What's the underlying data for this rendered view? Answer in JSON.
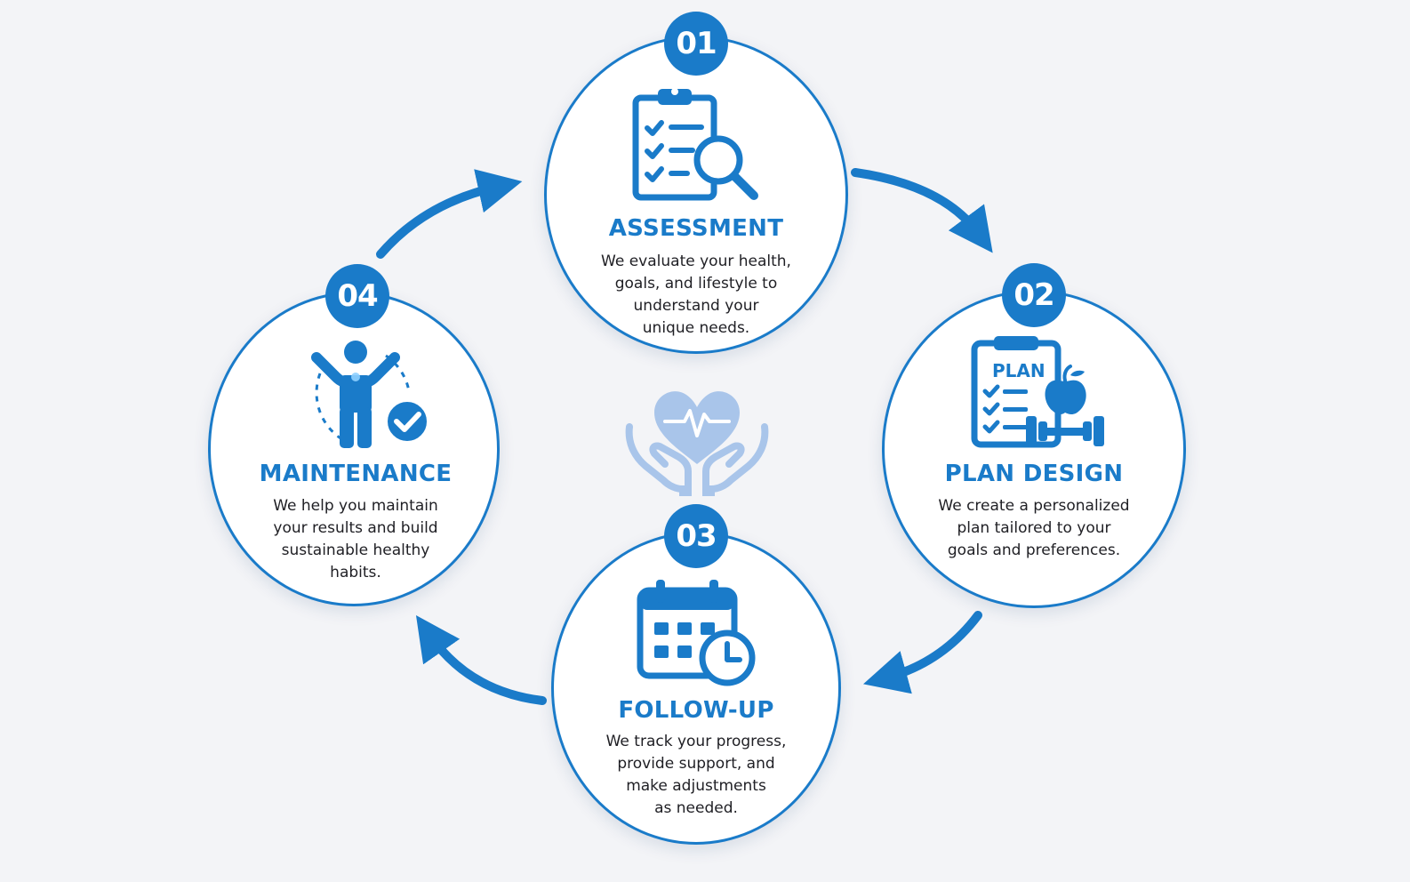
{
  "accent_color": "#1a7bc9",
  "center_icon": "heart-care-hands-icon",
  "steps": [
    {
      "number": "01",
      "title": "ASSESSMENT",
      "description": "We evaluate your health,\ngoals, and lifestyle to\nunderstand your\nunique needs.",
      "icon": "clipboard-search-icon"
    },
    {
      "number": "02",
      "title": "PLAN DESIGN",
      "description": "We create a personalized\nplan tailored to your\ngoals and preferences.",
      "icon": "plan-clipboard-icon",
      "icon_text": "PLAN"
    },
    {
      "number": "03",
      "title": "FOLLOW-UP",
      "description": "We track your progress,\nprovide support, and\nmake adjustments\nas needed.",
      "icon": "calendar-clock-icon"
    },
    {
      "number": "04",
      "title": "MAINTENANCE",
      "description": "We help you maintain\nyour results and build\nsustainable healthy\nhabits.",
      "icon": "person-check-icon"
    }
  ]
}
